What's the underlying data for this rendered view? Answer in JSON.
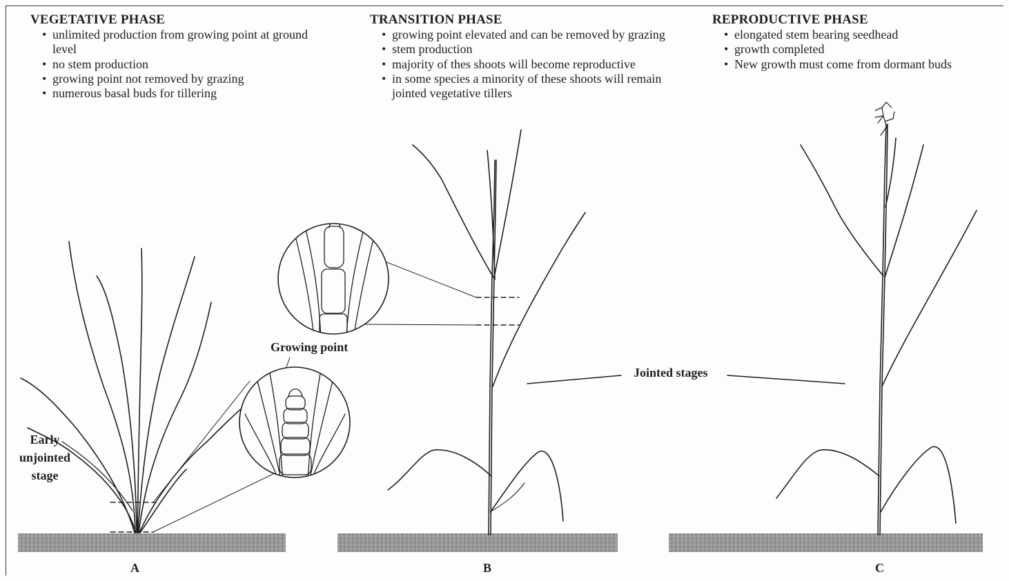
{
  "phases": [
    {
      "title": "VEGETATIVE PHASE",
      "bullets": [
        "unlimited production from growing point at ground level",
        "no stem production",
        "growing point not removed by grazing",
        "numerous basal buds for tillering"
      ]
    },
    {
      "title": "TRANSITION PHASE",
      "bullets": [
        "growing point elevated and can be removed by grazing",
        "stem production",
        "majority of thes shoots will become reproductive",
        "in some species a minority of these shoots will remain jointed vegetative tillers"
      ]
    },
    {
      "title": "REPRODUCTIVE PHASE",
      "bullets": [
        "elongated stem bearing seedhead",
        "growth completed",
        "New growth must come from dormant buds"
      ]
    }
  ],
  "labels": {
    "early_line1": "Early",
    "early_line2": "unjointed",
    "early_line3": "stage",
    "growing_point": "Growing point",
    "jointed_stages": "Jointed stages"
  },
  "plant_letters": [
    "A",
    "B",
    "C"
  ],
  "colors": {
    "ink": "#1e1e1e",
    "soil": "#8a8a8a",
    "background": "#fdfdfb"
  }
}
